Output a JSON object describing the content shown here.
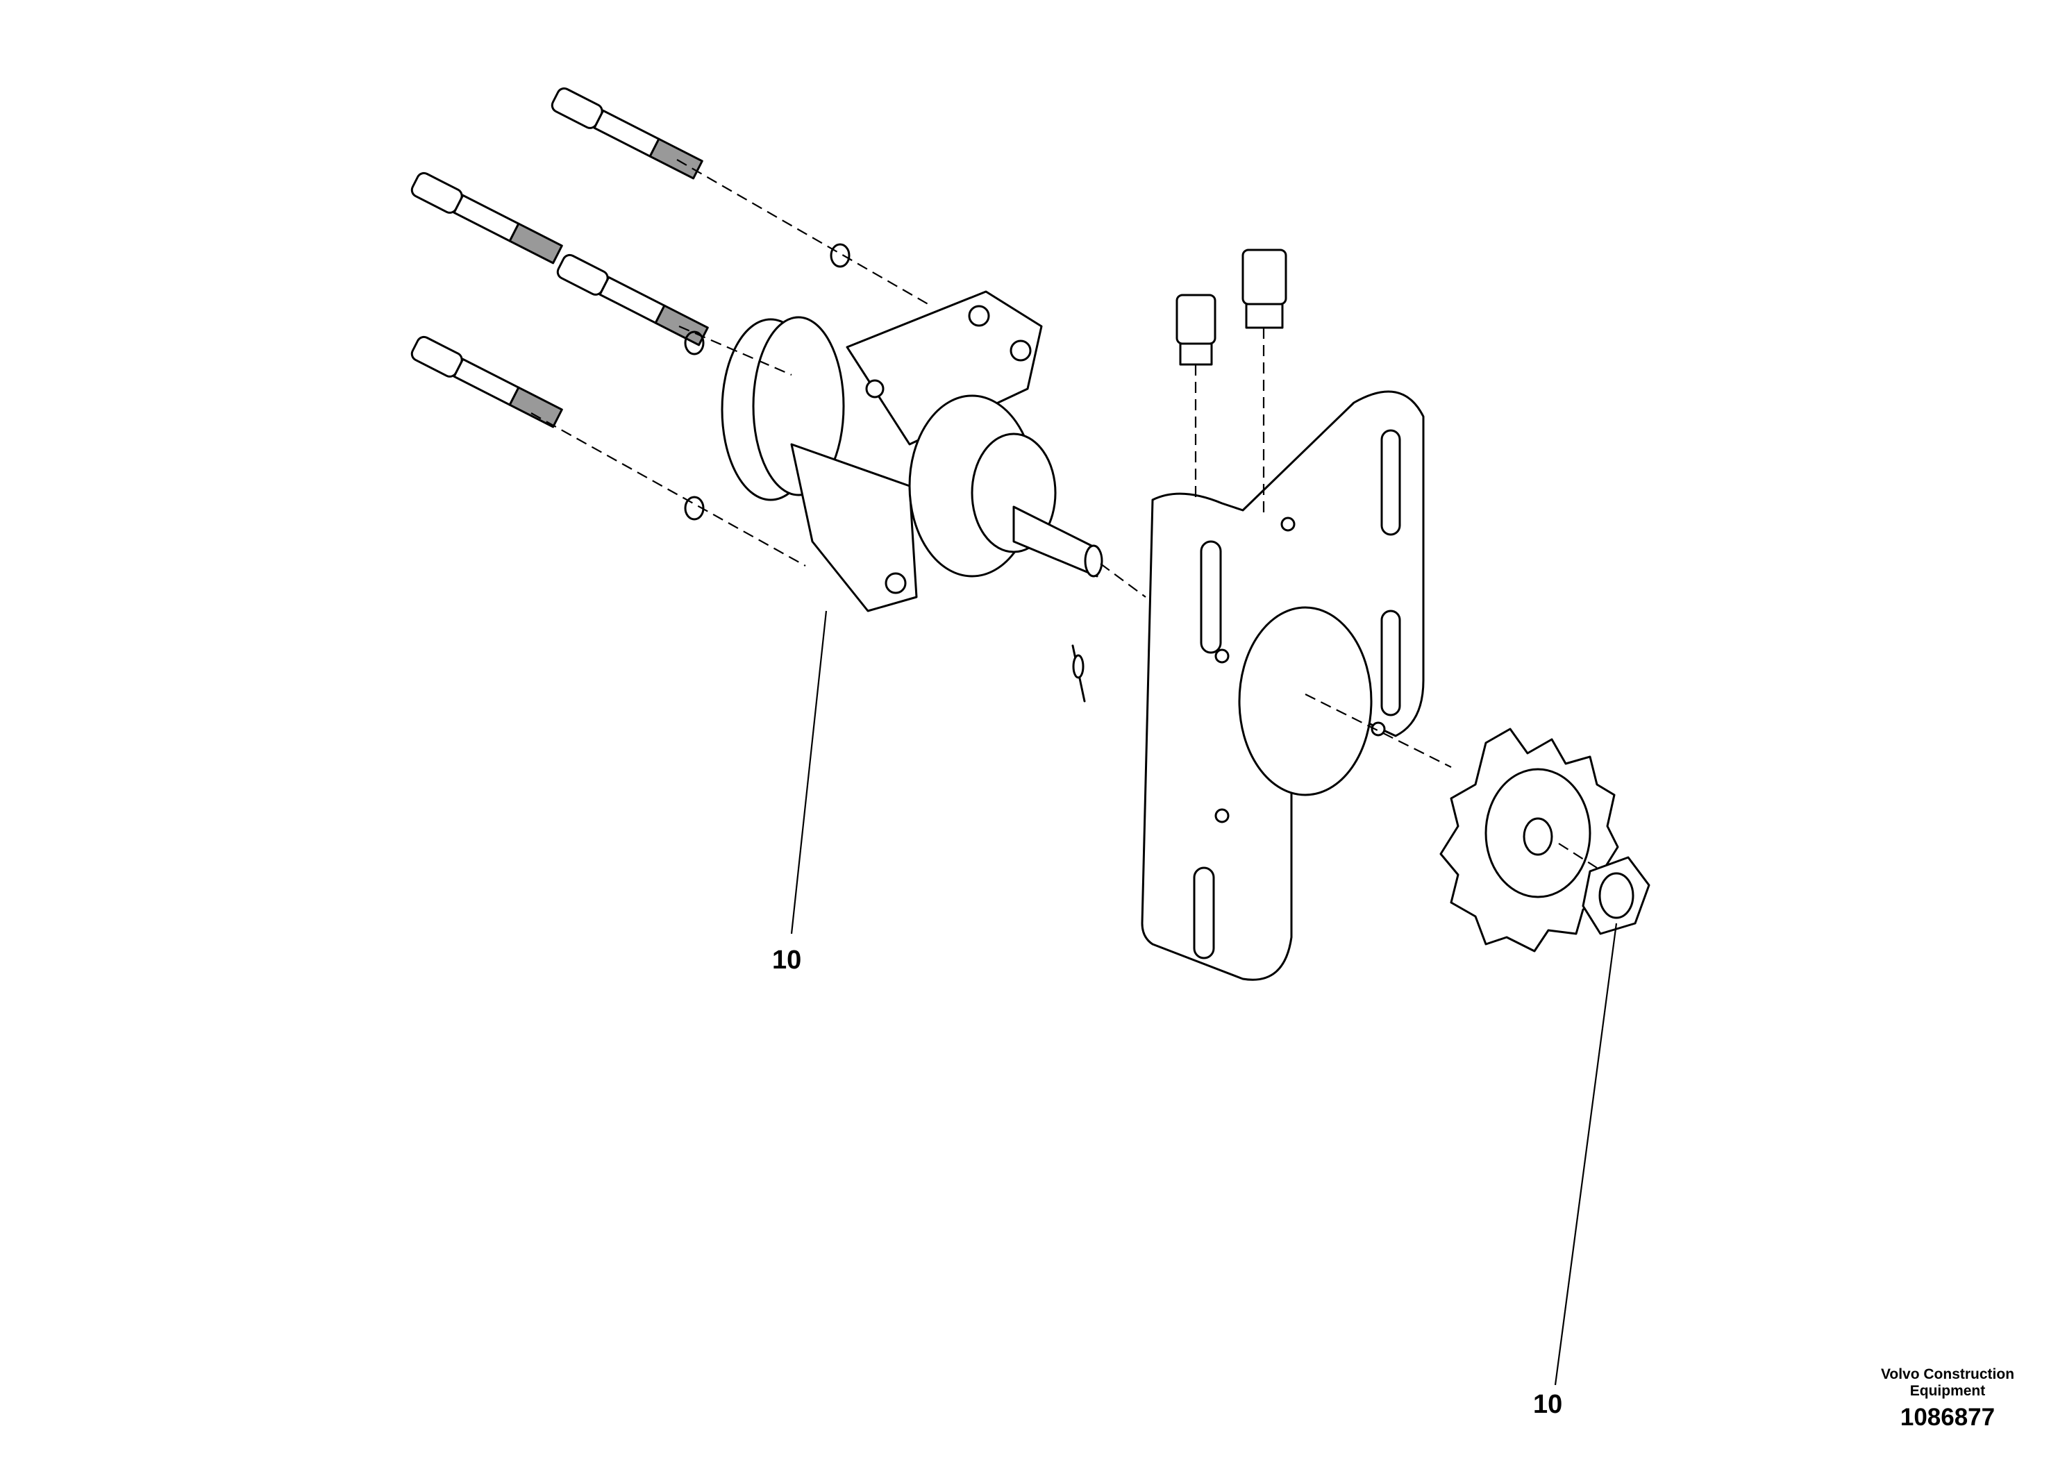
{
  "callouts": [
    {
      "label": "10"
    },
    {
      "label": "10"
    }
  ],
  "footer": {
    "brand_line1": "Volvo Construction",
    "brand_line2": "Equipment",
    "doc_number": "1086877"
  },
  "colors": {
    "line": "#000000",
    "background": "#ffffff"
  },
  "icons": [
    "bolt-icon",
    "washer-icon",
    "motor-icon",
    "plate-icon",
    "fitting-icon",
    "sprocket-icon",
    "nut-icon",
    "pin-icon"
  ]
}
